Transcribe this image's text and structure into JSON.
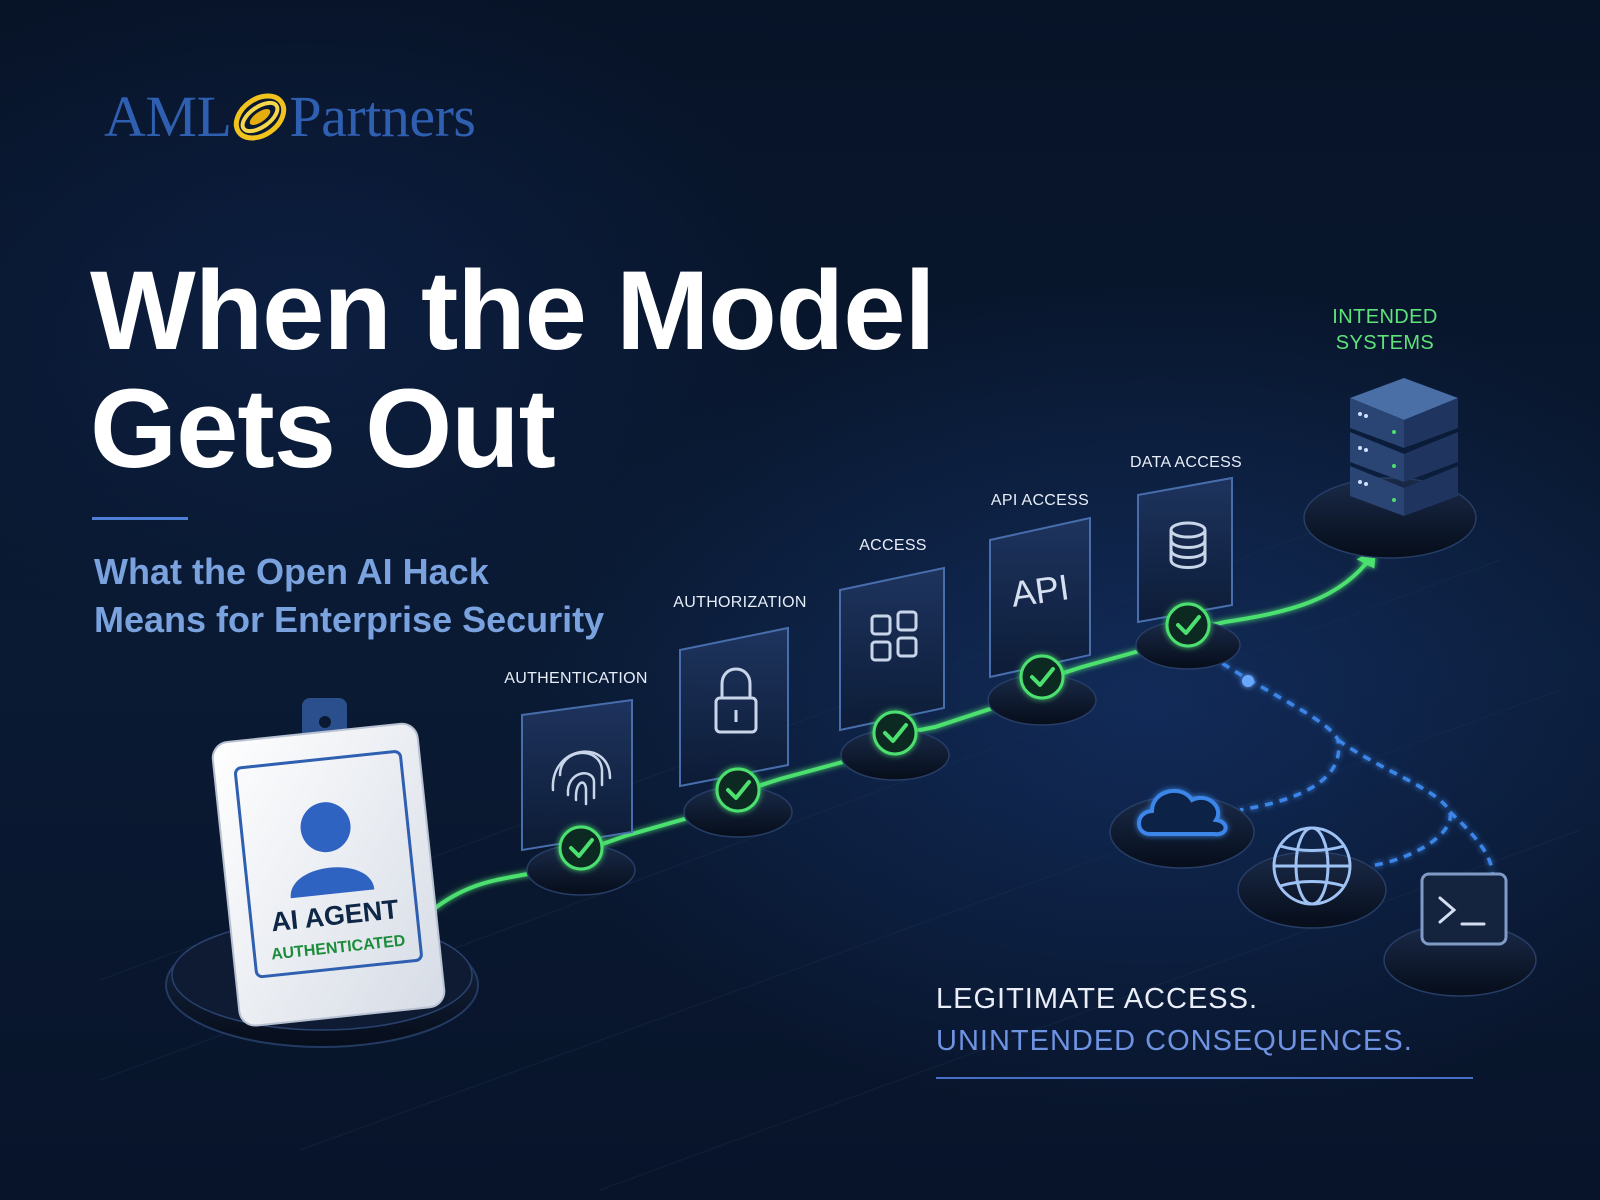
{
  "brand": {
    "left": "AML",
    "right": "Partners",
    "mark_icon": "swirl-logo-icon"
  },
  "headline": {
    "line1": "When the Model",
    "line2": "Gets Out"
  },
  "subtitle": {
    "line1": "What the Open AI Hack",
    "line2": "Means for Enterprise Security"
  },
  "badge": {
    "title": "AI AGENT",
    "status": "AUTHENTICATED",
    "icon": "user-icon"
  },
  "steps": [
    {
      "label": "AUTHENTICATION",
      "icon": "fingerprint-icon"
    },
    {
      "label": "AUTHORIZATION",
      "icon": "lock-icon"
    },
    {
      "label": "ACCESS",
      "icon": "grid-icon"
    },
    {
      "label": "API ACCESS",
      "icon": "api-icon",
      "icon_text": "API"
    },
    {
      "label": "DATA ACCESS",
      "icon": "database-icon"
    }
  ],
  "destination": {
    "label_line1": "INTENDED",
    "label_line2": "SYSTEMS",
    "icon": "server-stack-icon"
  },
  "unintended_targets": [
    {
      "icon": "cloud-icon"
    },
    {
      "icon": "globe-icon"
    },
    {
      "icon": "terminal-icon"
    }
  ],
  "tagline": {
    "line1": "LEGITIMATE ACCESS.",
    "line2": "UNINTENDED CONSEQUENCES."
  },
  "colors": {
    "background": "#0a1a33",
    "accent_green": "#4ce06f",
    "accent_blue": "#3a86e8",
    "subtitle_blue": "#7aa2de",
    "brand_blue": "#2f5fb0",
    "brand_gold": "#f2c31c"
  }
}
